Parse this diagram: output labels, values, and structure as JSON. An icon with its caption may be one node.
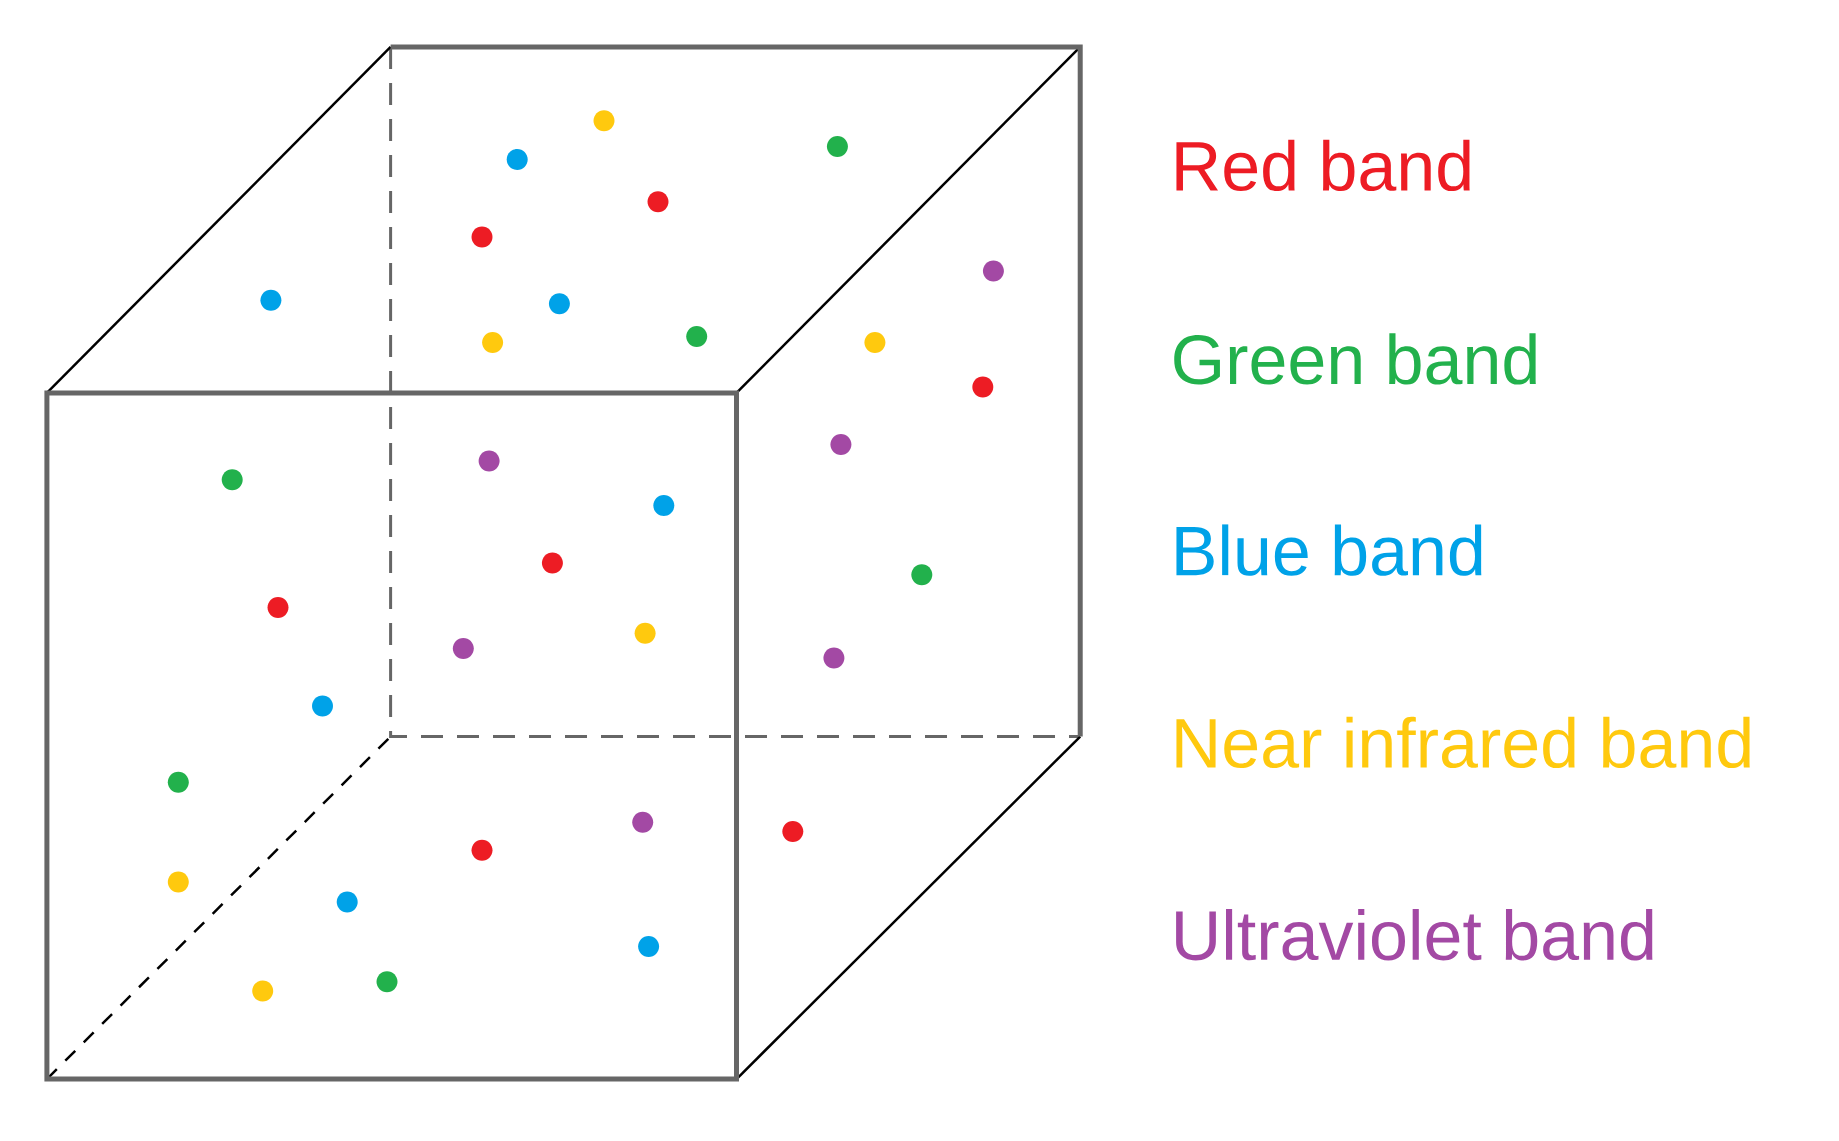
{
  "diagram": {
    "legend": [
      {
        "text": "Red band",
        "color": "#ed1c24"
      },
      {
        "text": "Green band",
        "color": "#22b14c"
      },
      {
        "text": "Blue band",
        "color": "#00a2e8"
      },
      {
        "text": "Near infrared band",
        "color": "#ffc90e"
      },
      {
        "text": "Ultraviolet band",
        "color": "#a349a4"
      }
    ]
  }
}
